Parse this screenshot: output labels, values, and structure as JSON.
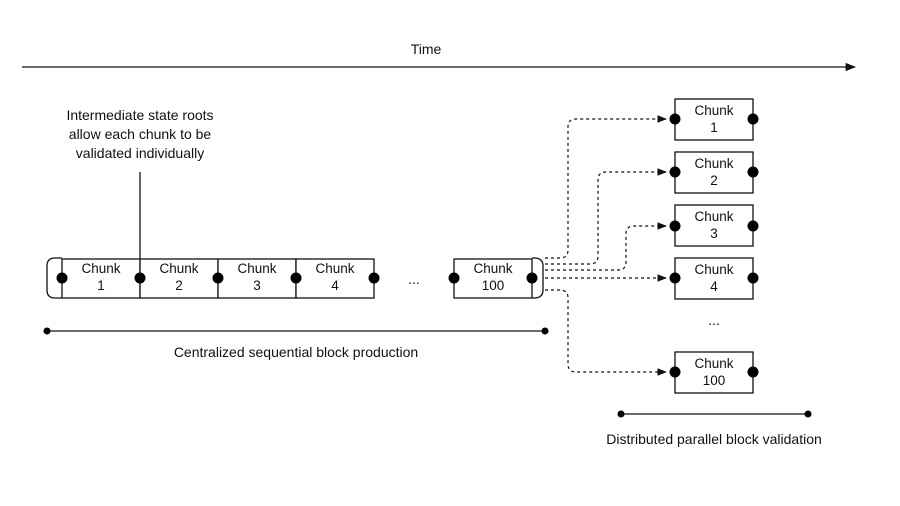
{
  "time_label": "Time",
  "annotation": {
    "line1": "Intermediate state roots",
    "line2": "allow each chunk to be",
    "line3": "validated individually"
  },
  "sequential_chunks": [
    {
      "word": "Chunk",
      "num": "1"
    },
    {
      "word": "Chunk",
      "num": "2"
    },
    {
      "word": "Chunk",
      "num": "3"
    },
    {
      "word": "Chunk",
      "num": "4"
    },
    {
      "word": "Chunk",
      "num": "100"
    }
  ],
  "ellipsis": "...",
  "parallel_chunks": [
    {
      "word": "Chunk",
      "num": "1"
    },
    {
      "word": "Chunk",
      "num": "2"
    },
    {
      "word": "Chunk",
      "num": "3"
    },
    {
      "word": "Chunk",
      "num": "4"
    },
    {
      "word": "Chunk",
      "num": "100"
    }
  ],
  "parallel_ellipsis": "...",
  "production_label": "Centralized sequential block production",
  "validation_label": "Distributed parallel block validation"
}
